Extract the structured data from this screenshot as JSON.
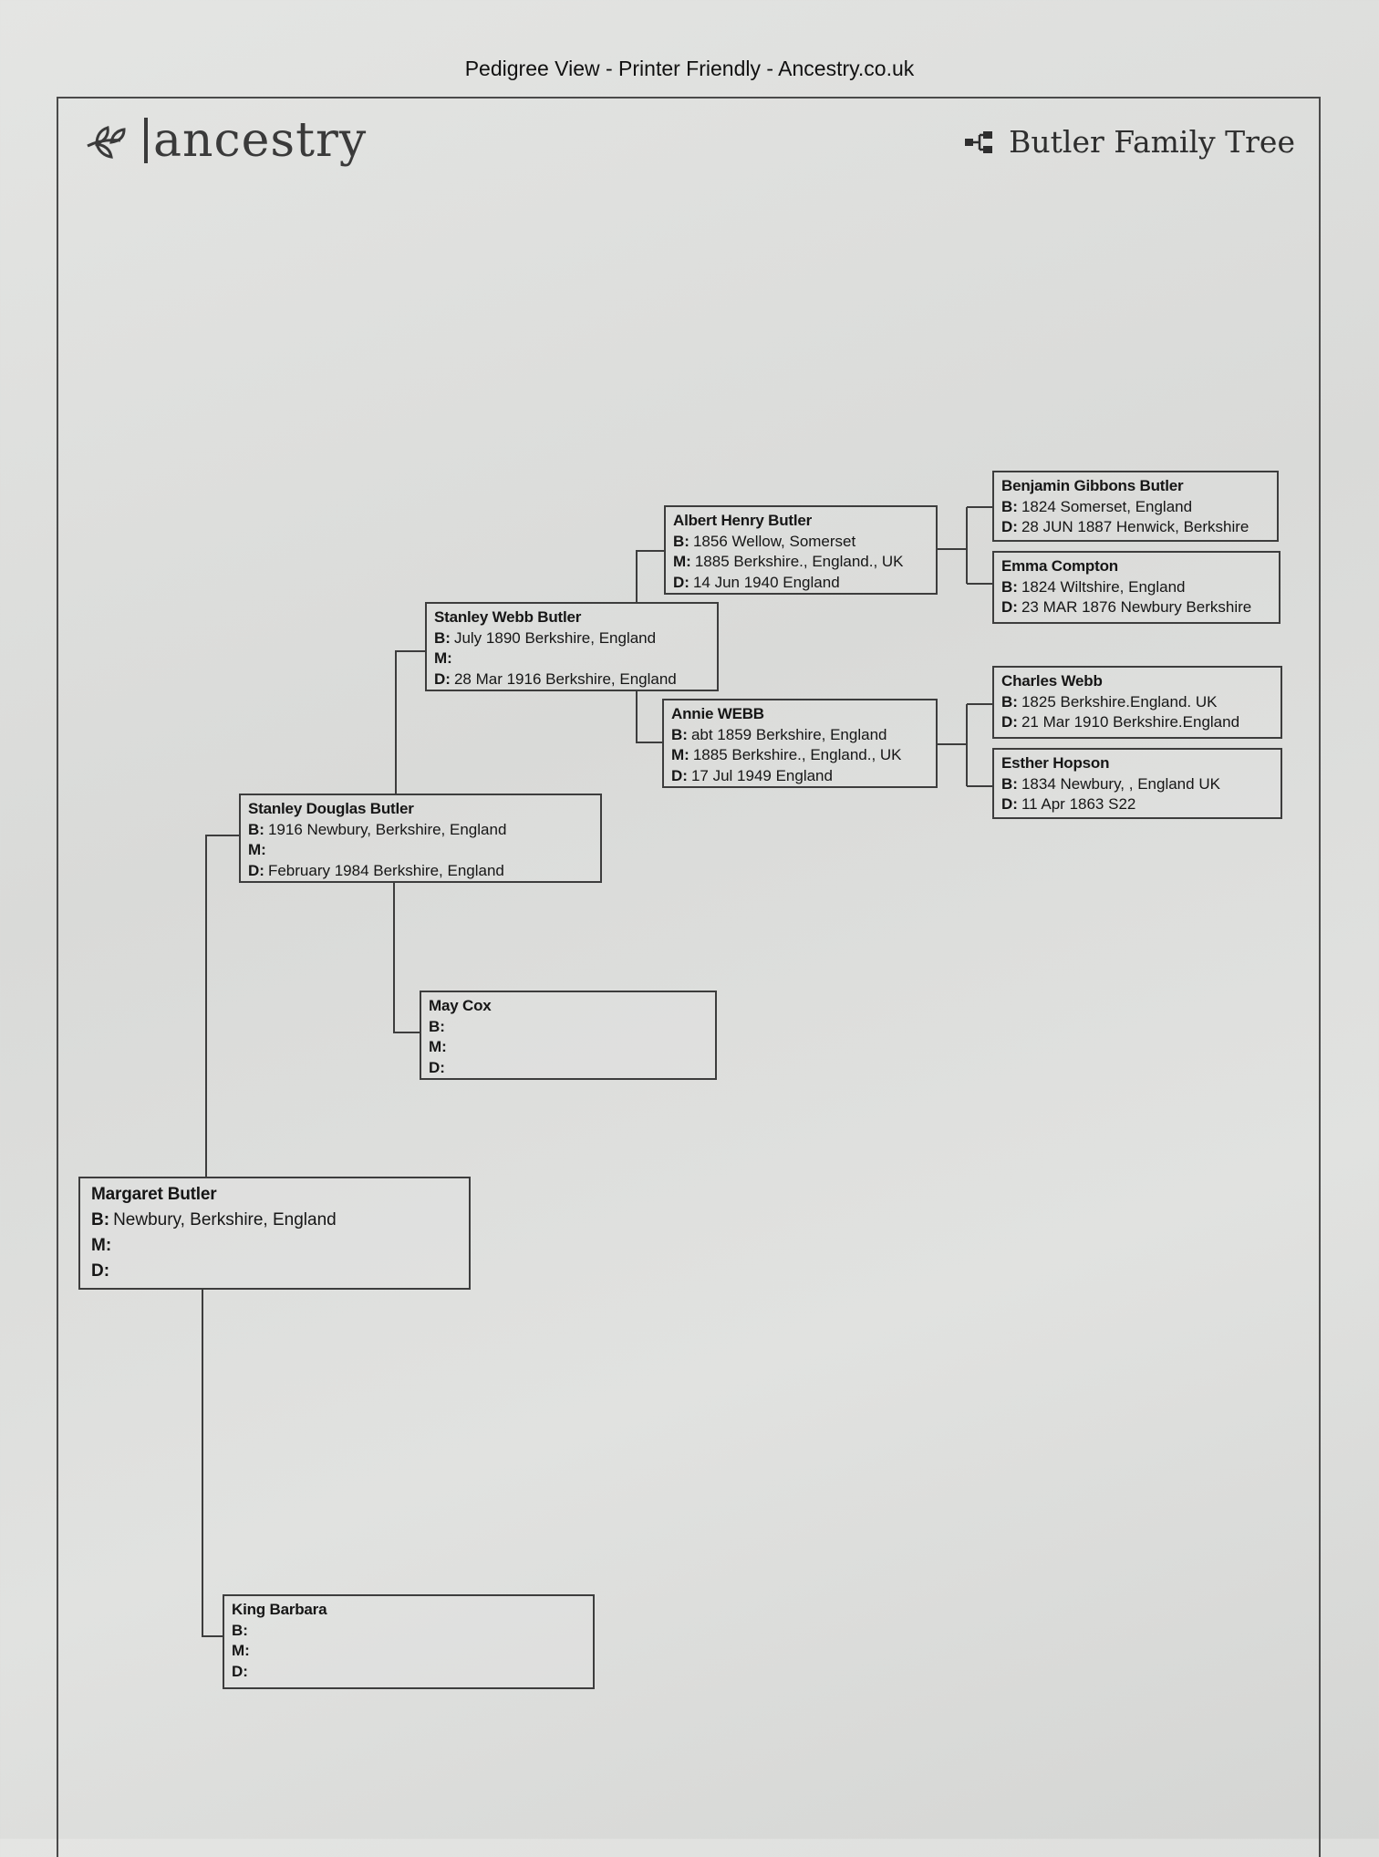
{
  "header": {
    "page_title": "Pedigree View - Printer Friendly - Ancestry.co.uk",
    "logo_text": "ancestry",
    "tree_name": "Butler Family Tree"
  },
  "persons": {
    "margaret": {
      "name": "Margaret Butler",
      "b": "Newbury, Berkshire, England",
      "m": "",
      "d": ""
    },
    "stanley_douglas": {
      "name": "Stanley Douglas Butler",
      "b": "1916 Newbury, Berkshire, England",
      "m": "",
      "d": "February 1984 Berkshire, England"
    },
    "king_barbara": {
      "name": "King Barbara",
      "b": "",
      "m": "",
      "d": ""
    },
    "stanley_webb": {
      "name": "Stanley Webb Butler",
      "b": "July 1890 Berkshire, England",
      "m": "",
      "d": "28 Mar 1916 Berkshire, England"
    },
    "may_cox": {
      "name": "May Cox",
      "b": "",
      "m": "",
      "d": ""
    },
    "albert_henry": {
      "name": "Albert Henry Butler",
      "b": "1856 Wellow, Somerset",
      "m": "1885 Berkshire., England., UK",
      "d": "14 Jun 1940 England"
    },
    "annie_webb": {
      "name": "Annie WEBB",
      "b": "abt 1859 Berkshire, England",
      "m": "1885 Berkshire., England., UK",
      "d": "17 Jul 1949 England"
    },
    "benjamin": {
      "name": "Benjamin Gibbons Butler",
      "b": "1824 Somerset, England",
      "d": "28 JUN 1887 Henwick, Berkshire"
    },
    "emma": {
      "name": "Emma Compton",
      "b": "1824 Wiltshire, England",
      "d": "23 MAR 1876 Newbury Berkshire"
    },
    "charles": {
      "name": "Charles Webb",
      "b": "1825 Berkshire.England. UK",
      "d": "21 Mar 1910 Berkshire.England"
    },
    "esther": {
      "name": "Esther Hopson",
      "b": "1834 Newbury, , England UK",
      "d": "11 Apr 1863 S22"
    }
  },
  "labels": {
    "b": "B:",
    "m": "M:",
    "d": "D:"
  },
  "icons": {
    "logo": "ancestry-leaf-icon",
    "tree": "family-tree-icon"
  }
}
